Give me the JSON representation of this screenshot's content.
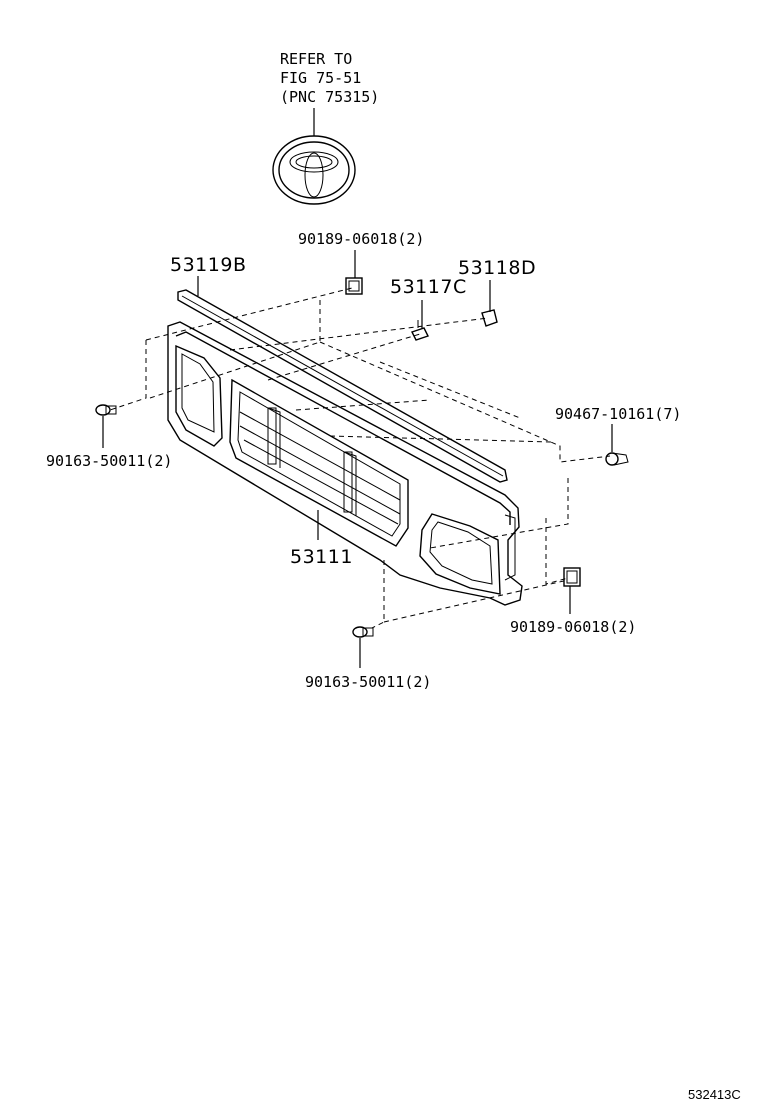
{
  "reference": {
    "line1": "REFER TO",
    "line2": "FIG 75-51",
    "line3": "(PNC 75315)"
  },
  "callouts": {
    "nut_top": "90189-06018(2)",
    "molding": "53119B",
    "retainer_d": "53118D",
    "clip_c": "53117C",
    "screw_left": "90163-50011(2)",
    "clip_right": "90467-10161(7)",
    "grille": "53111",
    "nut_bottom": "90189-06018(2)",
    "screw_bottom": "90163-50011(2)"
  },
  "diagram_code": "532413C"
}
